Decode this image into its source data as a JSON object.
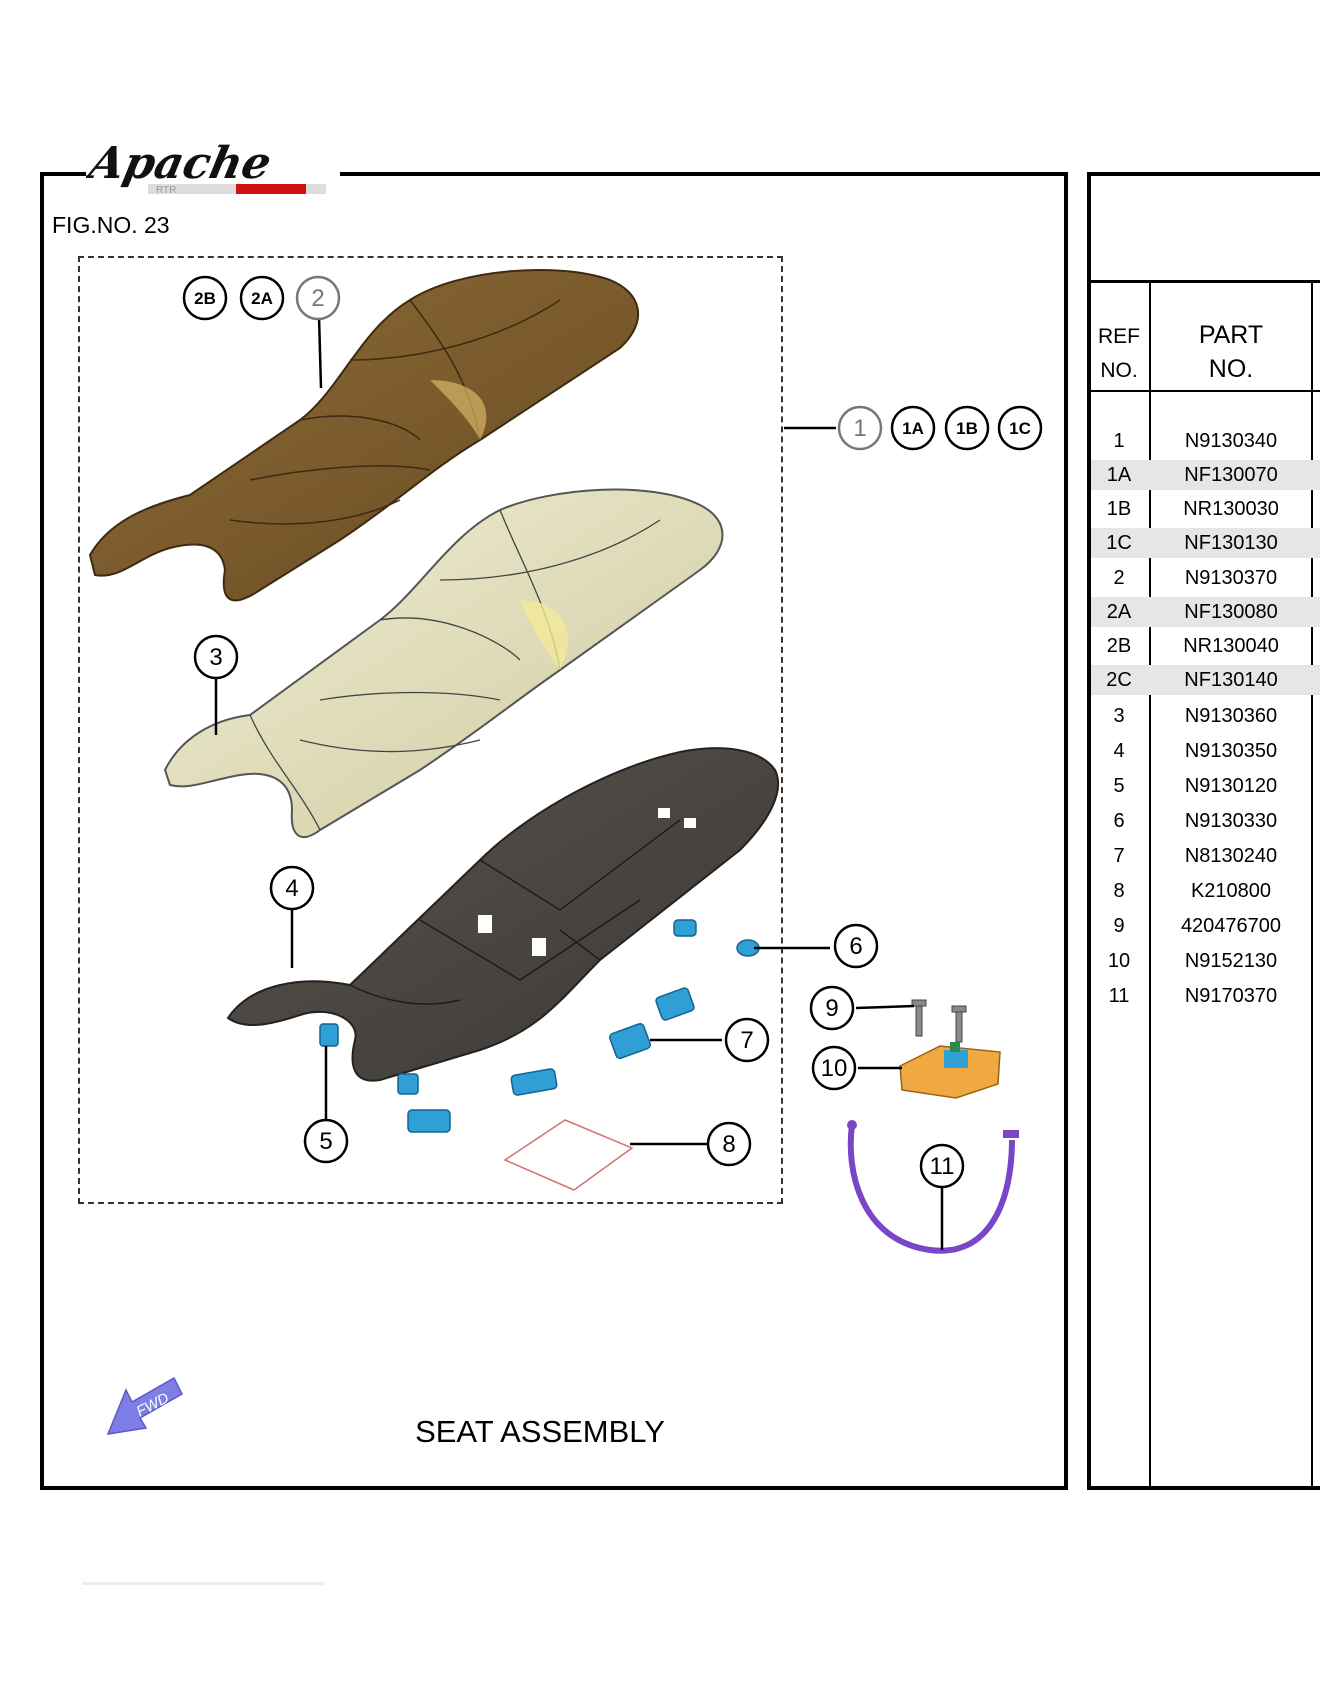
{
  "figure": {
    "logo_text": "Apache",
    "logo_subtext": "RTR",
    "fig_no": "FIG.NO. 23",
    "title": "SEAT ASSEMBLY",
    "fwd_label": "FWD"
  },
  "callouts": {
    "c1": "1",
    "c1a": "1A",
    "c1b": "1B",
    "c1c": "1C",
    "c2": "2",
    "c2a": "2A",
    "c2b": "2B",
    "c3": "3",
    "c4": "4",
    "c5": "5",
    "c6": "6",
    "c7": "7",
    "c8": "8",
    "c9": "9",
    "c10": "10",
    "c11": "11"
  },
  "table": {
    "header_ref_1": "REF",
    "header_ref_2": "NO.",
    "header_part_1": "PART",
    "header_part_2": "NO.",
    "rows": [
      {
        "ref": "1",
        "part": "N9130340",
        "shaded": false
      },
      {
        "ref": "1A",
        "part": "NF130070",
        "shaded": true
      },
      {
        "ref": "1B",
        "part": "NR130030",
        "shaded": false
      },
      {
        "ref": "1C",
        "part": "NF130130",
        "shaded": true
      },
      {
        "ref": "2",
        "part": "N9130370",
        "shaded": false
      },
      {
        "ref": "2A",
        "part": "NF130080",
        "shaded": true
      },
      {
        "ref": "2B",
        "part": "NR130040",
        "shaded": false
      },
      {
        "ref": "2C",
        "part": "NF130140",
        "shaded": true
      },
      {
        "ref": "3",
        "part": "N9130360",
        "shaded": false
      },
      {
        "ref": "4",
        "part": "N9130350",
        "shaded": false
      },
      {
        "ref": "5",
        "part": "N9130120",
        "shaded": false
      },
      {
        "ref": "6",
        "part": "N9130330",
        "shaded": false
      },
      {
        "ref": "7",
        "part": "N8130240",
        "shaded": false
      },
      {
        "ref": "8",
        "part": "K210800",
        "shaded": false
      },
      {
        "ref": "9",
        "part": "420476700",
        "shaded": false
      },
      {
        "ref": "10",
        "part": "N9152130",
        "shaded": false
      },
      {
        "ref": "11",
        "part": "N9170370",
        "shaded": false
      }
    ]
  },
  "colors": {
    "seat_cover": "#7a5a2c",
    "seat_foam": "#e5e2bf",
    "seat_base": "#4a4540",
    "rubber_parts": "#2f9fd6",
    "bracket": "#f0a840",
    "cable": "#7a46c8",
    "fwd_arrow": "#7d7ee8"
  }
}
